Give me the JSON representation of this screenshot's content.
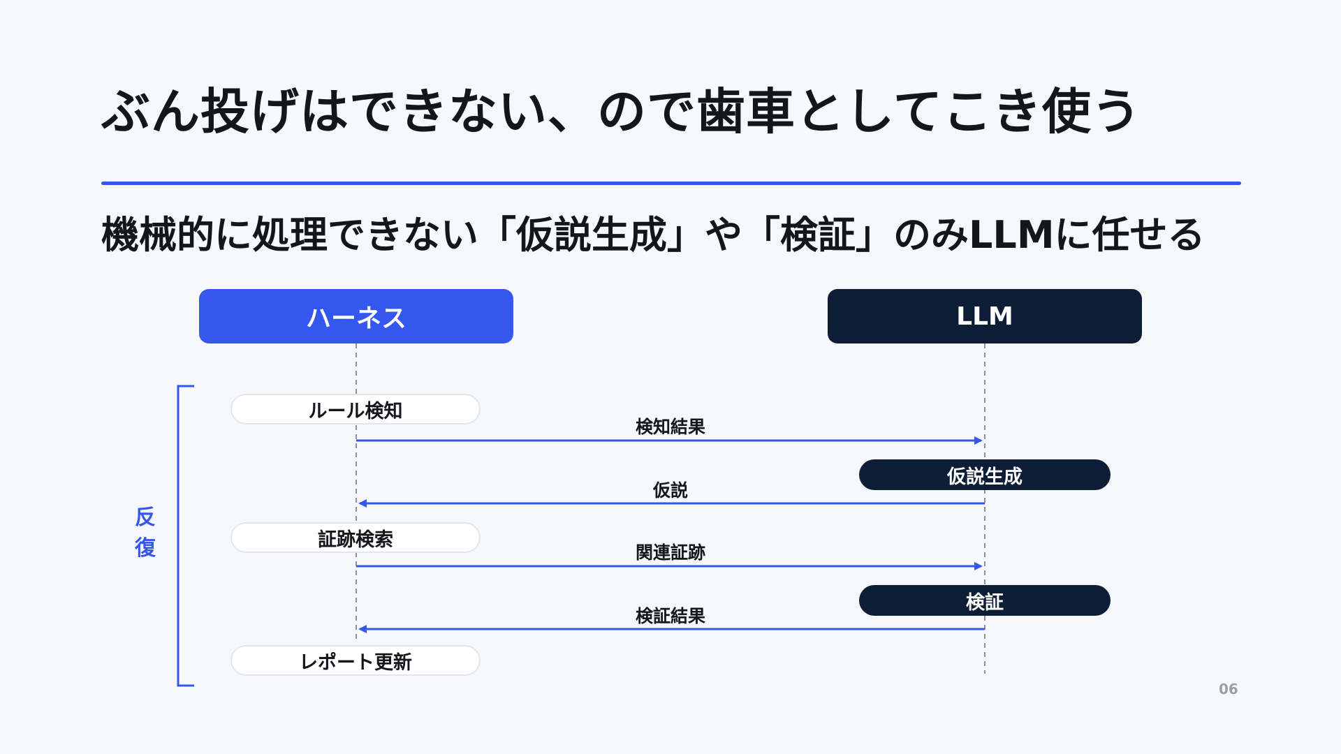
{
  "slide": {
    "title": "ぶん投げはできない、ので歯車としてこき使う",
    "subtitle": "機械的に処理できない「仮説生成」や「検証」のみLLMに任せる",
    "page_number": "06"
  },
  "actors": {
    "harness": "ハーネス",
    "llm": "LLM"
  },
  "loop_label": "反\n復",
  "harness_steps": {
    "rule_detection": "ルール検知",
    "evidence_search": "証跡検索",
    "report_update": "レポート更新"
  },
  "llm_steps": {
    "hypothesis_generation": "仮説生成",
    "verification": "検証"
  },
  "messages": {
    "detection_result": "検知結果",
    "hypothesis": "仮説",
    "related_evidence": "関連証跡",
    "verification_result": "検証結果"
  },
  "colors": {
    "accent": "#3457e8",
    "harness_actor": "#3457f0",
    "llm_actor": "#0e1d36",
    "background": "#f6f8fb"
  }
}
